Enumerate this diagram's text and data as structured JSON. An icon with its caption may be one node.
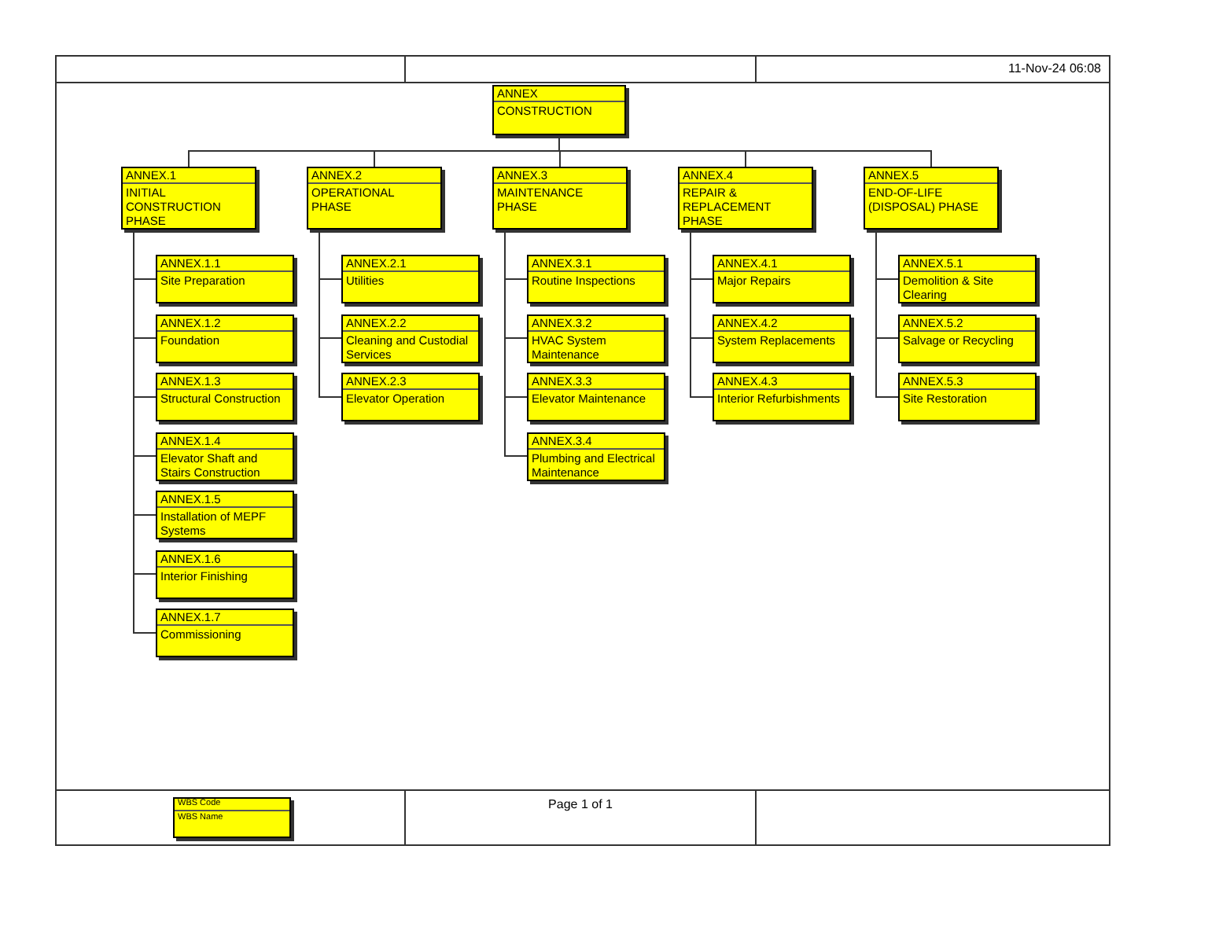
{
  "diagram": {
    "nodes": [
      {
        "text": [
          "ANNEX",
          "CONSTRUCTION"
        ]
      },
      {
        "text": [
          "ANNEX.1",
          "INITIAL CONSTRUCTION PHASE"
        ]
      },
      {
        "text": [
          "ANNEX.1.1",
          "Site Preparation"
        ]
      },
      {
        "text": [
          "ANNEX.1.2",
          "Foundation"
        ]
      },
      {
        "text": [
          "ANNEX.1.3",
          "Structural Construction"
        ]
      },
      {
        "text": [
          "ANNEX.1.4",
          "Elevator Shaft and Stairs Construction"
        ]
      },
      {
        "text": [
          "ANNEX.1.5",
          "Installation of MEPF Systems"
        ]
      },
      {
        "text": [
          "ANNEX.1.6",
          "Interior Finishing"
        ]
      },
      {
        "text": [
          "ANNEX.1.7",
          "Commissioning"
        ]
      },
      {
        "text": [
          "ANNEX.2",
          "OPERATIONAL PHASE"
        ]
      },
      {
        "text": [
          "ANNEX.2.1",
          "Utilities"
        ]
      },
      {
        "text": [
          "ANNEX.2.2",
          "Cleaning and Custodial Services"
        ]
      },
      {
        "text": [
          "ANNEX.2.3",
          "Elevator Operation"
        ]
      },
      {
        "text": [
          "ANNEX.3",
          "MAINTENANCE PHASE"
        ]
      },
      {
        "text": [
          "ANNEX.3.1",
          "Routine Inspections"
        ]
      },
      {
        "text": [
          "ANNEX.3.2",
          "HVAC System Maintenance"
        ]
      },
      {
        "text": [
          "ANNEX.3.3",
          "Elevator Maintenance"
        ]
      },
      {
        "text": [
          "ANNEX.3.4",
          "Plumbing and Electrical Maintenance"
        ]
      },
      {
        "text": [
          "ANNEX.4",
          "REPAIR & REPLACEMENT PHASE"
        ]
      },
      {
        "text": [
          "ANNEX.4.1",
          "Major Repairs"
        ]
      },
      {
        "text": [
          "ANNEX.4.2",
          "System Replacements"
        ]
      },
      {
        "text": [
          "ANNEX.4.3",
          "Interior Refurbishments"
        ]
      },
      {
        "text": [
          "ANNEX.5",
          "END-OF-LIFE (DISPOSAL) PHASE"
        ]
      },
      {
        "text": [
          "ANNEX.5.1",
          "Demolition & Site Clearing"
        ]
      },
      {
        "text": [
          "ANNEX.5.2",
          "Salvage or Recycling"
        ]
      },
      {
        "text": [
          "ANNEX.5.3",
          "Site Restoration"
        ]
      },
      {
        "text": [
          "WBS Code",
          "WBS Name"
        ]
      }
    ],
    "edges": [
      {
        "from": 0,
        "to": 1,
        "arrow": "none"
      },
      {
        "from": 0,
        "to": 9,
        "arrow": "none"
      },
      {
        "from": 0,
        "to": 13,
        "arrow": "none"
      },
      {
        "from": 0,
        "to": 18,
        "arrow": "none"
      },
      {
        "from": 0,
        "to": 22,
        "arrow": "none"
      },
      {
        "from": 1,
        "to": 2,
        "arrow": "none"
      },
      {
        "from": 1,
        "to": 3,
        "arrow": "none"
      },
      {
        "from": 1,
        "to": 4,
        "arrow": "none"
      },
      {
        "from": 1,
        "to": 5,
        "arrow": "none"
      },
      {
        "from": 1,
        "to": 6,
        "arrow": "none"
      },
      {
        "from": 1,
        "to": 7,
        "arrow": "none"
      },
      {
        "from": 1,
        "to": 8,
        "arrow": "none"
      },
      {
        "from": 9,
        "to": 10,
        "arrow": "none"
      },
      {
        "from": 9,
        "to": 11,
        "arrow": "none"
      },
      {
        "from": 9,
        "to": 12,
        "arrow": "none"
      },
      {
        "from": 13,
        "to": 14,
        "arrow": "none"
      },
      {
        "from": 13,
        "to": 15,
        "arrow": "none"
      },
      {
        "from": 13,
        "to": 16,
        "arrow": "none"
      },
      {
        "from": 13,
        "to": 17,
        "arrow": "none"
      },
      {
        "from": 18,
        "to": 19,
        "arrow": "none"
      },
      {
        "from": 18,
        "to": 20,
        "arrow": "none"
      },
      {
        "from": 18,
        "to": 21,
        "arrow": "none"
      },
      {
        "from": 22,
        "to": 23,
        "arrow": "none"
      },
      {
        "from": 22,
        "to": 24,
        "arrow": "none"
      },
      {
        "from": 22,
        "to": 25,
        "arrow": "none"
      }
    ],
    "labels": [
      "11-Nov-24 06:08",
      "Page 1 of 1"
    ]
  }
}
